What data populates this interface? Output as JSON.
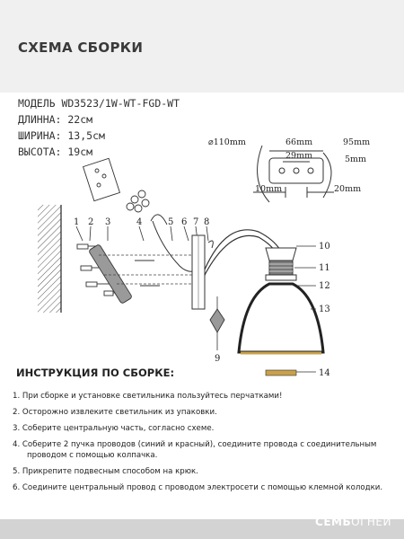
{
  "header": {
    "title": "СХЕМА СБОРКИ"
  },
  "specs": {
    "model": "МОДЕЛЬ WD3523/1W-WT-FGD-WT",
    "length": "ДЛИННА: 22см",
    "width": "ШИРИНА: 13,5см",
    "height": "ВЫСОТА: 19см"
  },
  "dimensions": {
    "d110": "⌀110mm",
    "d66": "66mm",
    "d95": "95mm",
    "d29": "29mm",
    "d5": "5mm",
    "d10": "10mm",
    "d20": "20mm"
  },
  "parts": [
    "1",
    "2",
    "3",
    "4",
    "5",
    "6",
    "7",
    "8",
    "9",
    "10",
    "11",
    "12",
    "13",
    "14"
  ],
  "instructions": {
    "title": "ИНСТРУКЦИЯ ПО СБОРКЕ:",
    "steps": [
      "1. При сборке и установке светильника пользуйтесь перчатками!",
      "2. Осторожно извлеките светильник из упаковки.",
      "3. Соберите центральную часть, согласно схеме.",
      "4. Соберите 2 пучка проводов (синий и красный), соедините провода с соединительным",
      "проводом с помощью колпачка.",
      "5. Прикрепите подвесным способом на крюк.",
      "6. Соедините центральный провод с проводом электросети с помощью клемной колодки."
    ]
  },
  "brand": {
    "bold": "СЕМЬ",
    "light": "ОГНЕЙ"
  },
  "colors": {
    "header_bg": "#f0f0f0",
    "footer_bg": "#d3d3d3",
    "gold": "#c8a14a"
  }
}
